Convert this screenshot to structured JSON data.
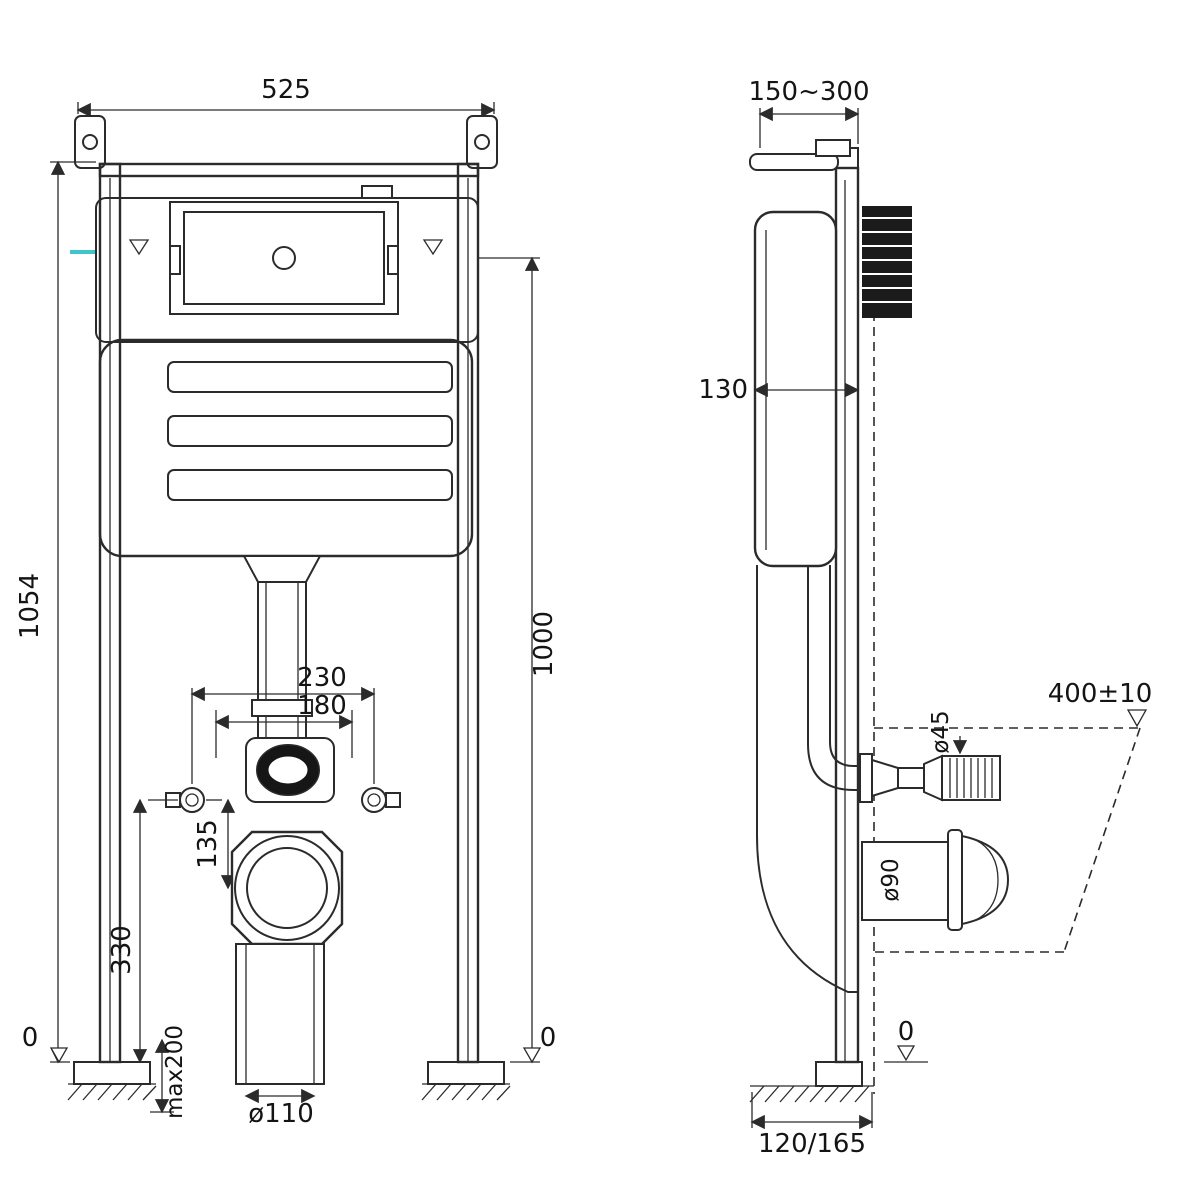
{
  "drawing": {
    "background": "#ffffff",
    "line_color": "#2b2b2b",
    "accent_color": "#3fc6ca"
  },
  "front_view": {
    "width_overall": "525",
    "height_frame": "1054",
    "height_cistern_top": "1000",
    "bolt_spacing_outer": "230",
    "bolt_spacing_inner": "180",
    "bolt_to_drain": "135",
    "drain_to_floor": "330",
    "foot_adjust": "max200",
    "outlet_diameter": "ø110",
    "datum_left": "0",
    "datum_right": "0"
  },
  "side_view": {
    "install_depth_range": "150~300",
    "cistern_depth": "130",
    "pan_level": "400±10",
    "flush_pipe_diameter": "ø45",
    "drain_pipe_diameter": "ø90",
    "frame_foot_depth": "120/165",
    "datum_floor": "0"
  }
}
